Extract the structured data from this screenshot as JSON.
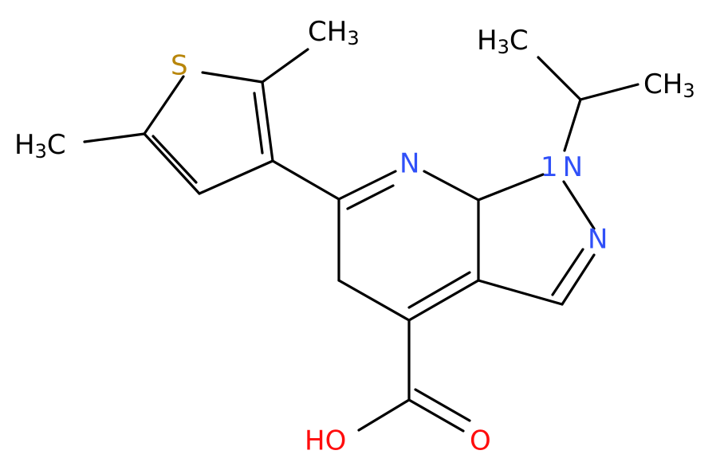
{
  "colors": {
    "bond": "#000000",
    "nitrogen": "#3050F8",
    "oxygen": "#FF0D0D",
    "sulfur": "#B8860B",
    "carbon_label": "#000000"
  },
  "labels": {
    "sulfur": "S",
    "methyl_thiophene_2": {
      "main": "CH",
      "sub": "3"
    },
    "methyl_thiophene_5": {
      "pre": "H",
      "sub": "3",
      "post": "C"
    },
    "pyridine_n": "N",
    "n1": "N",
    "n2": "N",
    "isopropyl_left": {
      "pre": "H",
      "sub": "3",
      "post": "C"
    },
    "isopropyl_right": {
      "main": "CH",
      "sub": "3"
    },
    "hydroxyl": "HO",
    "carbonyl_o": "O",
    "locant_n1": "1"
  }
}
